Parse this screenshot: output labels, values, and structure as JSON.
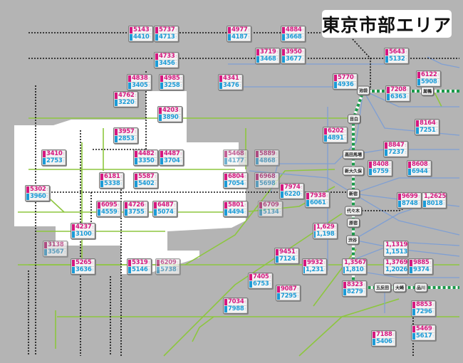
{
  "title": "東京市部エリア",
  "colors": {
    "background": "#b4b4b4",
    "highlight_area": "#ffffff",
    "private_rail": "#8dc63f",
    "subway": "#7f9fd3",
    "jr_line": "#111111",
    "yamanote": "#1a9a4a",
    "upper_value": "#d6177f",
    "lower_value": "#1b9bd7"
  },
  "hubs": [
    "池袋",
    "巣鴨",
    "目白",
    "高田馬場",
    "新大久保",
    "新宿",
    "代々木",
    "原宿",
    "渋谷",
    "五反田",
    "大崎",
    "品川"
  ],
  "stations": [
    {
      "upper": "5143",
      "lower": "4410"
    },
    {
      "upper": "5737",
      "lower": "4713"
    },
    {
      "upper": "4977",
      "lower": "4187"
    },
    {
      "upper": "4884",
      "lower": "3668"
    },
    {
      "upper": "4733",
      "lower": "3456"
    },
    {
      "upper": "3719",
      "lower": "3468"
    },
    {
      "upper": "3950",
      "lower": "3677"
    },
    {
      "upper": "5643",
      "lower": "5132"
    },
    {
      "upper": "4838",
      "lower": "3405"
    },
    {
      "upper": "4985",
      "lower": "3258"
    },
    {
      "upper": "4341",
      "lower": "3476"
    },
    {
      "upper": "5770",
      "lower": "4936"
    },
    {
      "upper": "6122",
      "lower": "5908"
    },
    {
      "upper": "7208",
      "lower": "6363"
    },
    {
      "upper": "4762",
      "lower": "3220"
    },
    {
      "upper": "4203",
      "lower": "3890"
    },
    {
      "upper": "8164",
      "lower": "7251"
    },
    {
      "upper": "6202",
      "lower": "4891"
    },
    {
      "upper": "3957",
      "lower": "2853"
    },
    {
      "upper": "8847",
      "lower": "7237"
    },
    {
      "upper": "3410",
      "lower": "2753"
    },
    {
      "upper": "4482",
      "lower": "3350"
    },
    {
      "upper": "4487",
      "lower": "3704"
    },
    {
      "upper": "5468",
      "lower": "4177",
      "dim": true
    },
    {
      "upper": "5889",
      "lower": "4868",
      "dim": true
    },
    {
      "upper": "8408",
      "lower": "6759"
    },
    {
      "upper": "8608",
      "lower": "6944"
    },
    {
      "upper": "6181",
      "lower": "5338"
    },
    {
      "upper": "5587",
      "lower": "5402"
    },
    {
      "upper": "6804",
      "lower": "7054"
    },
    {
      "upper": "6968",
      "lower": "5698",
      "dim": true
    },
    {
      "upper": "7974",
      "lower": "6220"
    },
    {
      "upper": "5302",
      "lower": "3960"
    },
    {
      "upper": "7938",
      "lower": "6061"
    },
    {
      "upper": "9699",
      "lower": "8748"
    },
    {
      "upper": "1,2625",
      "lower": "8018"
    },
    {
      "upper": "6095",
      "lower": "4559"
    },
    {
      "upper": "4726",
      "lower": "3755"
    },
    {
      "upper": "6487",
      "lower": "5074"
    },
    {
      "upper": "5801",
      "lower": "4494"
    },
    {
      "upper": "6709",
      "lower": "5134",
      "dim": true
    },
    {
      "upper": "4237",
      "lower": "3100"
    },
    {
      "upper": "1,629",
      "lower": "1,198"
    },
    {
      "upper": "3138",
      "lower": "3567",
      "dim": true
    },
    {
      "upper": "1,1319",
      "lower": "1,1513"
    },
    {
      "upper": "9451",
      "lower": "7124"
    },
    {
      "upper": "5265",
      "lower": "3636"
    },
    {
      "upper": "5319",
      "lower": "5146"
    },
    {
      "upper": "6209",
      "lower": "5738",
      "dim": true
    },
    {
      "upper": "9932",
      "lower": "1,231"
    },
    {
      "upper": "1,3567",
      "lower": "1,810"
    },
    {
      "upper": "1,3769",
      "lower": "1,2026"
    },
    {
      "upper": "9885",
      "lower": "9374"
    },
    {
      "upper": "7405",
      "lower": "6753"
    },
    {
      "upper": "9087",
      "lower": "7295"
    },
    {
      "upper": "8323",
      "lower": "8279"
    },
    {
      "upper": "7034",
      "lower": "7988"
    },
    {
      "upper": "8853",
      "lower": "7296"
    },
    {
      "upper": "5469",
      "lower": "5617"
    },
    {
      "upper": "7188",
      "lower": "5406"
    }
  ]
}
